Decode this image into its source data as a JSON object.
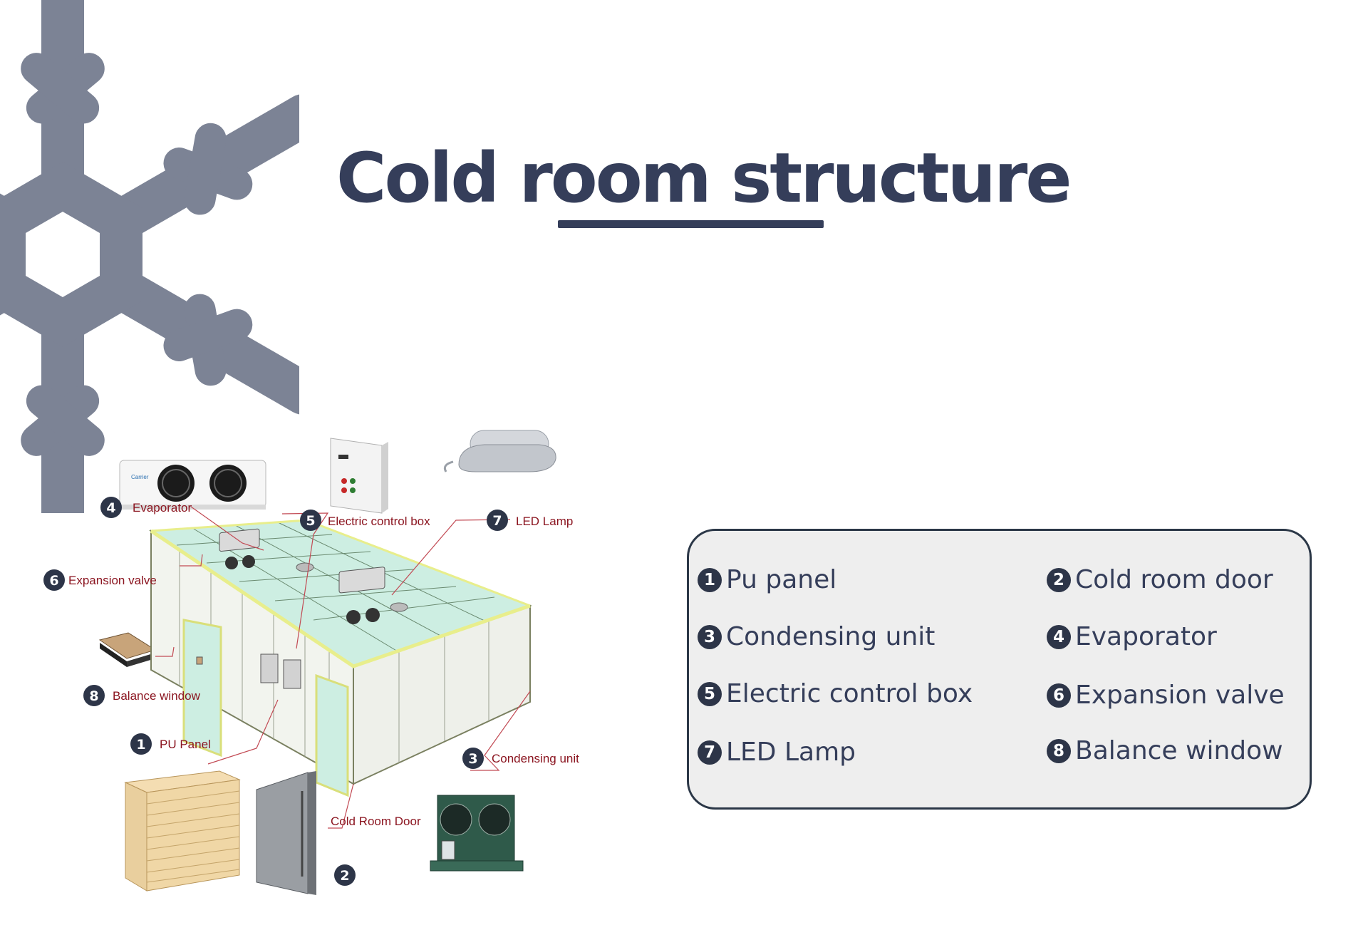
{
  "title": "Cold room structure",
  "colors": {
    "title": "#353e5a",
    "snowflake": "#7c8395",
    "badge": "#2d3548",
    "callout_text": "#8b1520",
    "legend_bg": "#eeeeee",
    "legend_border": "#2b3747",
    "room_floor": "#cdeee2",
    "room_frame": "#e8ee8c"
  },
  "diagram": {
    "callouts": [
      {
        "number": "4",
        "label": "Evaporator"
      },
      {
        "number": "5",
        "label": "Electric control box"
      },
      {
        "number": "7",
        "label": "LED Lamp"
      },
      {
        "number": "6",
        "label": "Expansion valve"
      },
      {
        "number": "8",
        "label": "Balance window"
      },
      {
        "number": "1",
        "label": "PU Panel"
      },
      {
        "number": "3",
        "label": "Condensing unit"
      },
      {
        "number": "2",
        "label": "Cold Room Door"
      }
    ],
    "evaporator_brand": "Carrier"
  },
  "legend": {
    "items": [
      {
        "number": "1",
        "label": "Pu panel"
      },
      {
        "number": "2",
        "label": "Cold room door"
      },
      {
        "number": "3",
        "label": "Condensing unit"
      },
      {
        "number": "4",
        "label": "Evaporator"
      },
      {
        "number": "5",
        "label": "Electric control box"
      },
      {
        "number": "6",
        "label": "Expansion valve"
      },
      {
        "number": "7",
        "label": "LED Lamp"
      },
      {
        "number": "8",
        "label": "Balance window"
      }
    ]
  }
}
